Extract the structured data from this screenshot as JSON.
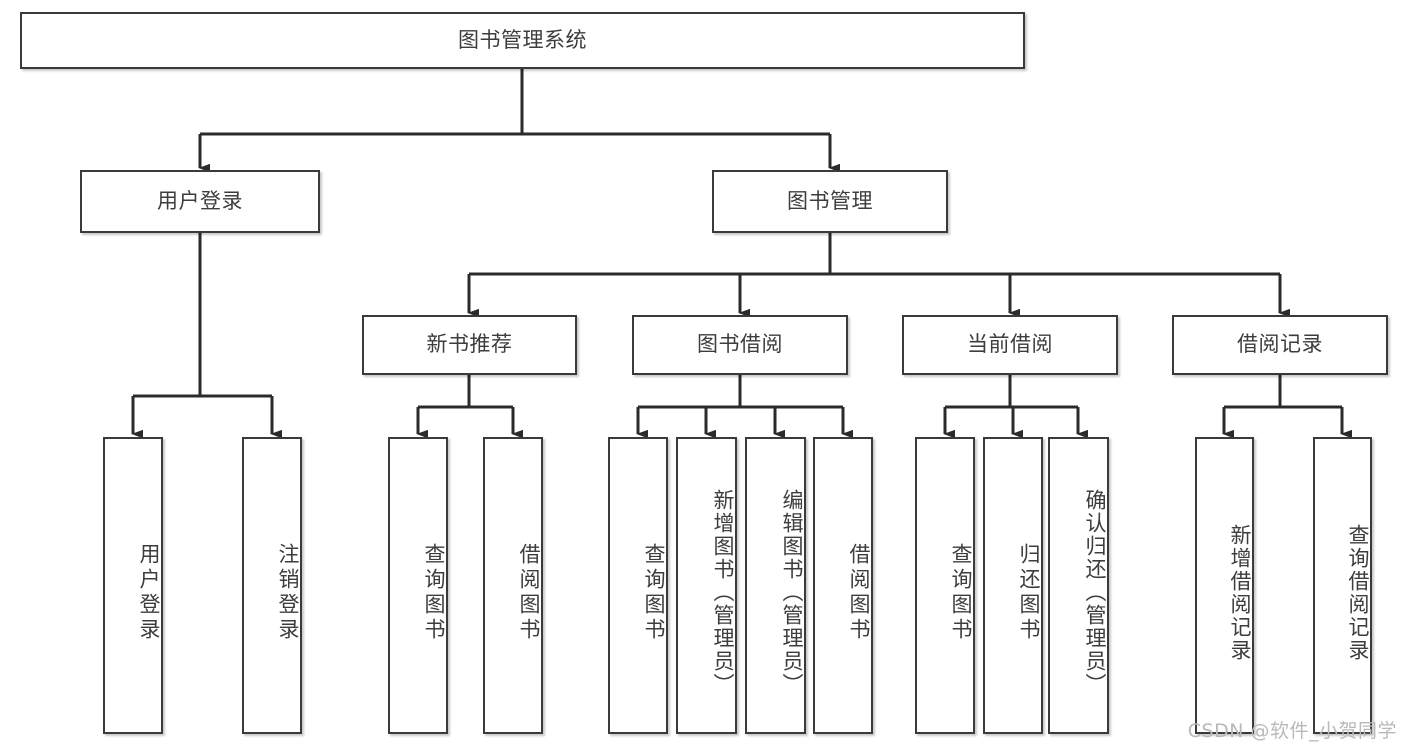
{
  "diagram": {
    "title": "图书管理系统",
    "watermark": "CSDN @软件_小贺同学",
    "colors": {
      "border": "#3a3a3a",
      "text": "#3d3d3d",
      "background": "#ffffff",
      "connector": "#2b2b2b",
      "watermark": "#b9b9b9"
    },
    "root": {
      "label": "图书管理系统"
    },
    "level1": [
      {
        "label": "用户登录"
      },
      {
        "label": "图书管理"
      }
    ],
    "level2": [
      {
        "label": "新书推荐"
      },
      {
        "label": "图书借阅"
      },
      {
        "label": "当前借阅"
      },
      {
        "label": "借阅记录"
      }
    ],
    "leaves": {
      "user_login": [
        {
          "label": "用户登录"
        },
        {
          "label": "注销登录"
        }
      ],
      "new_book_recommend": [
        {
          "label": "查询图书"
        },
        {
          "label": "借阅图书"
        }
      ],
      "book_borrow": [
        {
          "label": "查询图书"
        },
        {
          "label": "新增图书（管理员）"
        },
        {
          "label": "编辑图书（管理员）"
        },
        {
          "label": "借阅图书"
        }
      ],
      "current_borrow": [
        {
          "label": "查询图书"
        },
        {
          "label": "归还图书"
        },
        {
          "label": "确认归还（管理员）"
        }
      ],
      "borrow_record": [
        {
          "label": "新增借阅记录"
        },
        {
          "label": "查询借阅记录"
        }
      ]
    }
  }
}
